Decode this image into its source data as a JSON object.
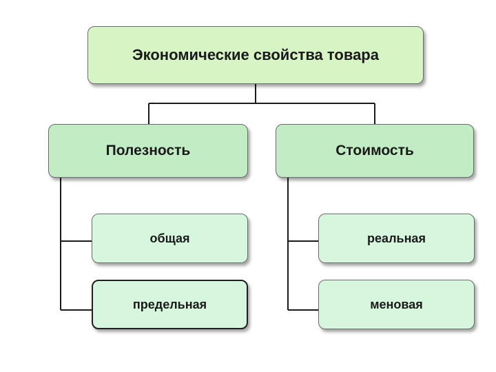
{
  "diagram": {
    "root": {
      "label": "Экономические свойства товара"
    },
    "branches": [
      {
        "label": "Полезность",
        "children": [
          {
            "label": "общая"
          },
          {
            "label": "предельная"
          }
        ]
      },
      {
        "label": "Стоимость",
        "children": [
          {
            "label": "реальная"
          },
          {
            "label": "меновая"
          }
        ]
      }
    ]
  },
  "colors": {
    "root_fill": "#d7f4c4",
    "branch_fill": "#c2ecc3",
    "leaf_fill": "#d6f6dd",
    "connector": "#1a1a1a"
  }
}
